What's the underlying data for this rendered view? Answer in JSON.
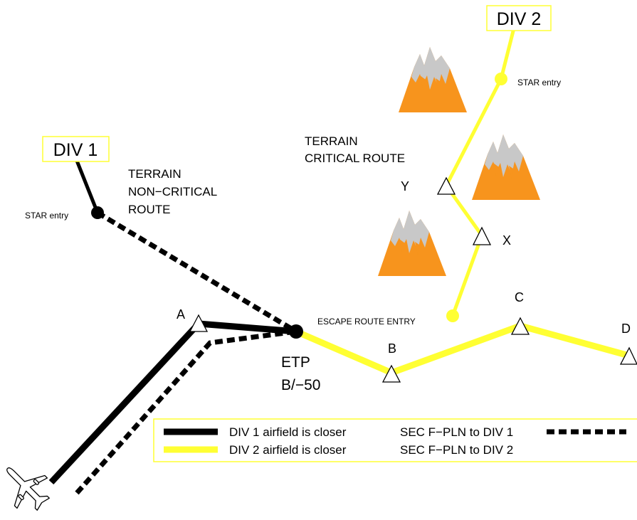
{
  "colors": {
    "div1_route": "#000000",
    "div2_route": "#ffff33",
    "label_box_border": "#ffff33",
    "mountain_rock": "#f7941d",
    "mountain_snow": "#c8c8c8",
    "background": "#ffffff"
  },
  "labels": {
    "div1": "DIV 1",
    "div2": "DIV 2",
    "star_entry_div1": "STAR entry",
    "star_entry_div2": "STAR entry",
    "terrain_noncritical": [
      "TERRAIN",
      "NON−CRITICAL",
      "ROUTE"
    ],
    "terrain_critical": [
      "TERRAIN",
      "CRITICAL ROUTE"
    ],
    "escape_route_entry": "ESCAPE ROUTE ENTRY",
    "etp": "ETP",
    "etp_value": "B/−50",
    "waypoint_a": "A",
    "waypoint_b": "B",
    "waypoint_c": "C",
    "waypoint_d": "D",
    "waypoint_x": "X",
    "waypoint_y": "Y"
  },
  "legend": {
    "row1_text": "DIV 1 airfield is closer",
    "row1_sec": "SEC F−PLN to DIV 1",
    "row2_text": "DIV 2 airfield is closer",
    "row2_sec": "SEC F−PLN to DIV 2"
  },
  "icons": {
    "aircraft": "airplane-icon",
    "mountain": "mountain-icon",
    "waypoint": "triangle-waypoint-icon",
    "point": "circle-point-icon"
  }
}
